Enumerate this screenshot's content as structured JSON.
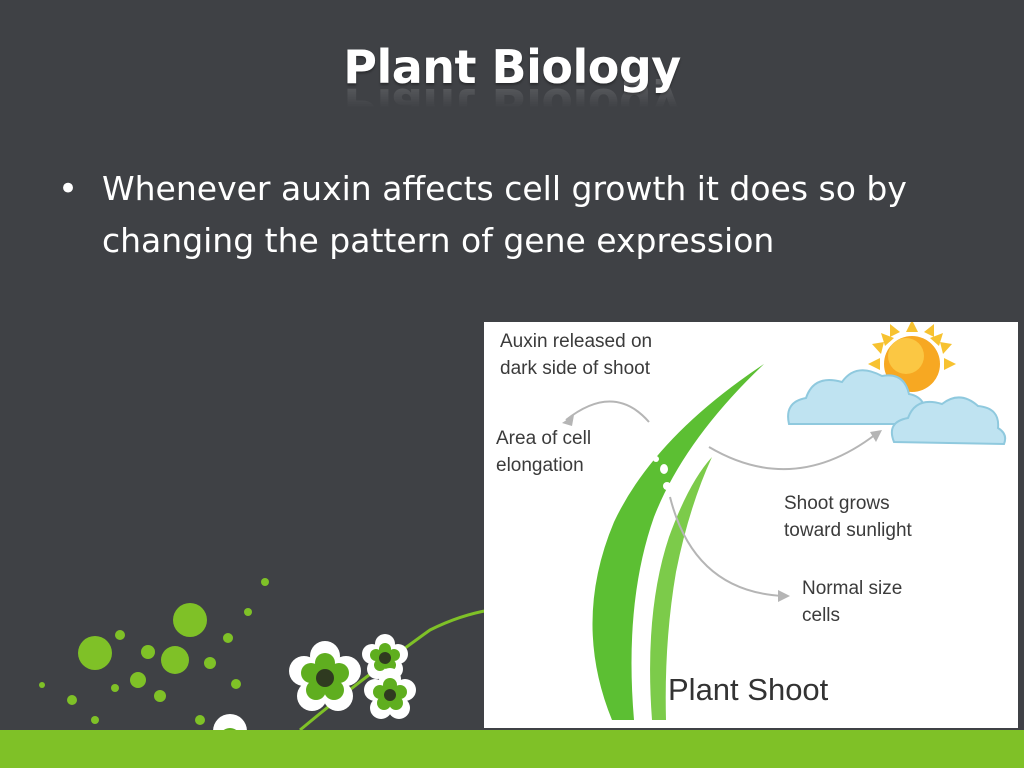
{
  "slide": {
    "title": "Plant Biology",
    "bullets": [
      "Whenever auxin affects cell growth it does so by changing the pattern of gene expression"
    ]
  },
  "figure": {
    "label_auxin": "Auxin released on\ndark side of shoot",
    "label_area": "Area of cell\nelongation",
    "label_shoot_grows": "Shoot grows\ntoward sunlight",
    "label_normal": "Normal size\ncells",
    "caption": "Plant Shoot"
  },
  "colors": {
    "background": "#3f4145",
    "accent_green": "#7fc127",
    "leaf_green": "#5cbf33",
    "sun": "#f7a822",
    "cloud": "#b8e0ef"
  }
}
